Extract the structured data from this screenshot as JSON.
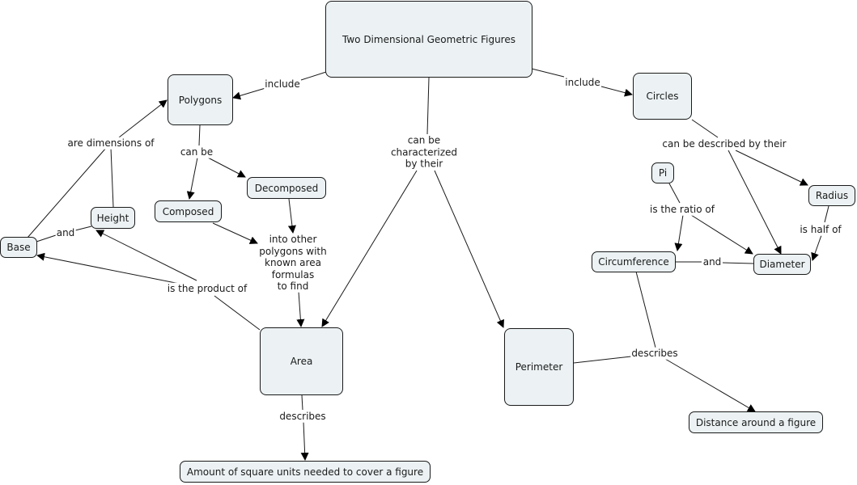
{
  "concept_map": {
    "title": "Two Dimensional Geometric Figures",
    "nodes": {
      "root": "Two Dimensional Geometric Figures",
      "polygons": "Polygons",
      "circles": "Circles",
      "decomposed": "Decomposed",
      "composed": "Composed",
      "height": "Height",
      "base": "Base",
      "area": "Area",
      "perimeter": "Perimeter",
      "pi": "Pi",
      "radius": "Radius",
      "circumference": "Circumference",
      "diameter": "Diameter",
      "area_definition": "Amount of square units needed to cover a figure",
      "perimeter_definition": "Distance around a figure"
    },
    "links": {
      "include_left": "include",
      "include_right": "include",
      "can_be": "can be",
      "are_dimensions_of": "are dimensions of",
      "and_base_height": "and",
      "into_other": "into other\npolygons with\nknown area\nformulas\nto find",
      "is_product_of": "is the product of",
      "characterized": "can be\ncharacterized\nby their",
      "can_be_described": "can be described by their",
      "is_ratio_of": "is the ratio of",
      "is_half_of": "is half of",
      "and_circ_diam": "and",
      "describes_area": "describes",
      "describes_perimeter": "describes"
    }
  }
}
